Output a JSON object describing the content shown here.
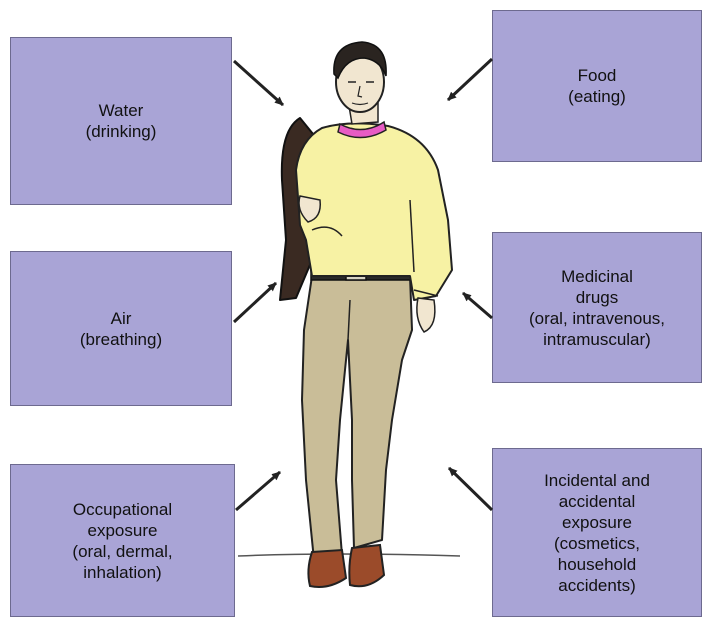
{
  "sources": [
    {
      "id": "water",
      "label": "Water\n(drinking)"
    },
    {
      "id": "food",
      "label": "Food\n(eating)"
    },
    {
      "id": "air",
      "label": "Air\n(breathing)"
    },
    {
      "id": "medicinal",
      "label": "Medicinal\ndrugs\n(oral, intravenous,\nintramuscular)"
    },
    {
      "id": "occupational",
      "label": "Occupational\nexposure\n(oral, dermal,\ninhalation)"
    },
    {
      "id": "incidental",
      "label": "Incidental and\naccidental\nexposure\n(cosmetics,\nhousehold\naccidents)"
    }
  ],
  "colors": {
    "box_fill": "#a9a4d6",
    "box_border": "#6d6a8f",
    "arrow": "#222222",
    "sweater": "#f7f2a4",
    "trousers": "#c9bd98",
    "shoes": "#9b4b2a",
    "collar": "#e85cc4",
    "jacket": "#3a2a22"
  },
  "figure": "man-figure"
}
